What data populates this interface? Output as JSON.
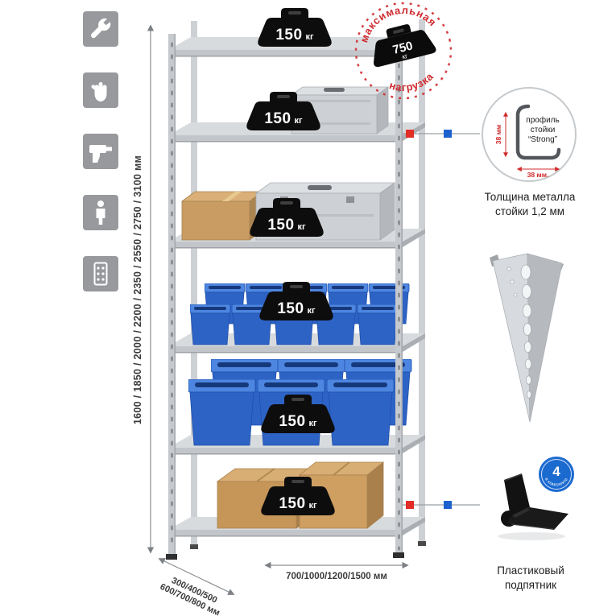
{
  "icons": [
    {
      "name": "wrench"
    },
    {
      "name": "work-gloves"
    },
    {
      "name": "drill"
    },
    {
      "name": "person"
    },
    {
      "name": "rack-panel"
    }
  ],
  "weights": [
    {
      "value": "150",
      "unit": "кг"
    },
    {
      "value": "150",
      "unit": "кг"
    },
    {
      "value": "150",
      "unit": "кг"
    },
    {
      "value": "150",
      "unit": "кг"
    },
    {
      "value": "150",
      "unit": "кг"
    },
    {
      "value": "150",
      "unit": "кг"
    }
  ],
  "stamp": {
    "arc_top": "максимальная",
    "arc_bottom": "нагрузка",
    "value": "750",
    "unit": "кг"
  },
  "profile": {
    "dim_vertical": "38 мм",
    "dim_horizontal": "38 мм.",
    "line1": "профиль",
    "line2": "стойки",
    "line3": "“Strong”",
    "caption_line1": "Толщина металла",
    "caption_line2": "стойки 1,2 мм"
  },
  "foot": {
    "badge_value": "4",
    "badge_text": "в комплекте",
    "caption_line1": "Пластиковый",
    "caption_line2": "подпятник"
  },
  "dimensions": {
    "height": "1600 / 1850 / 2000 / 2200 / 2350 / 2550 / 2750 / 3100 мм",
    "depth_line1": "300/400/500",
    "depth_line2": "600/700/800 мм",
    "width": "700/1000/1200/1500 мм"
  },
  "colors": {
    "accent_red": "#cf2b30",
    "accent_blue": "#1b62cf",
    "bin_blue": "#2e63c6",
    "icon_gray": "#97999c"
  }
}
